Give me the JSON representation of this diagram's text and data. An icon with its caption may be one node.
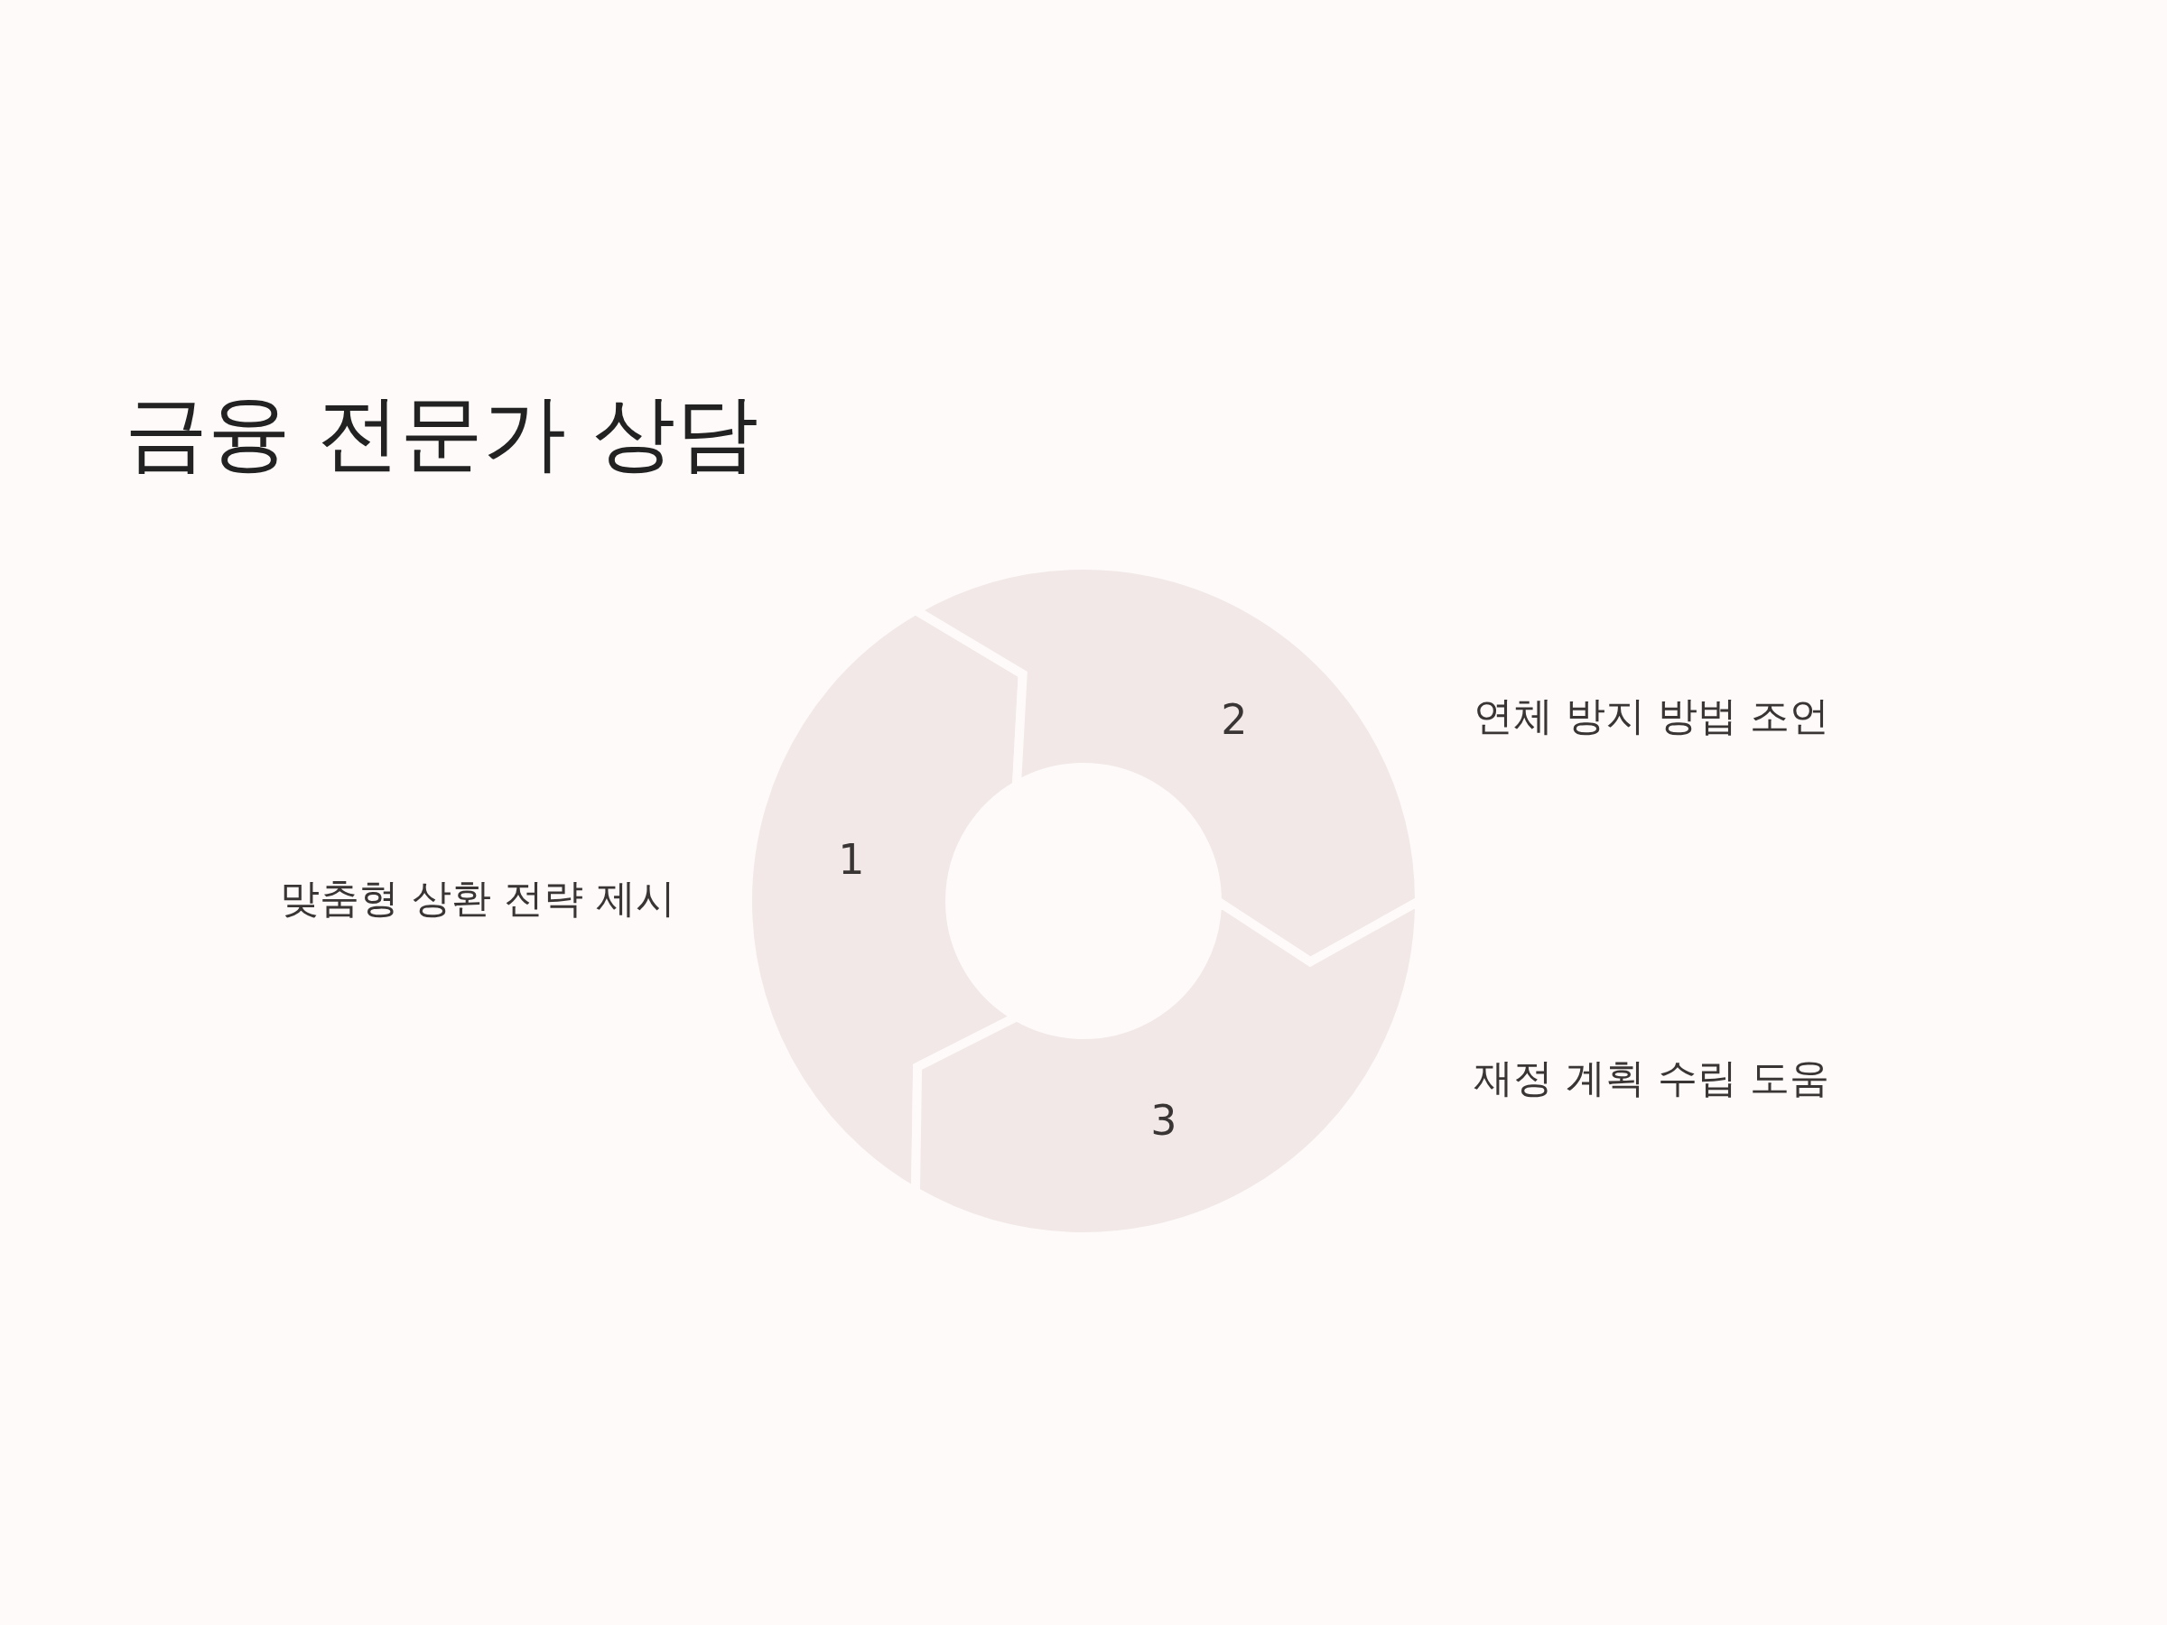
{
  "diagram": {
    "title": "금융 전문가 상담",
    "nodes": [
      {
        "text": [
          "1"
        ],
        "beside": [
          "맞춤형 상환 전략 제시"
        ]
      },
      {
        "text": [
          "2"
        ],
        "beside": [
          "연체 방지 방법 조언"
        ]
      },
      {
        "text": [
          "3"
        ],
        "beside": [
          "재정 계획 수립 도움"
        ]
      }
    ],
    "edges": []
  }
}
